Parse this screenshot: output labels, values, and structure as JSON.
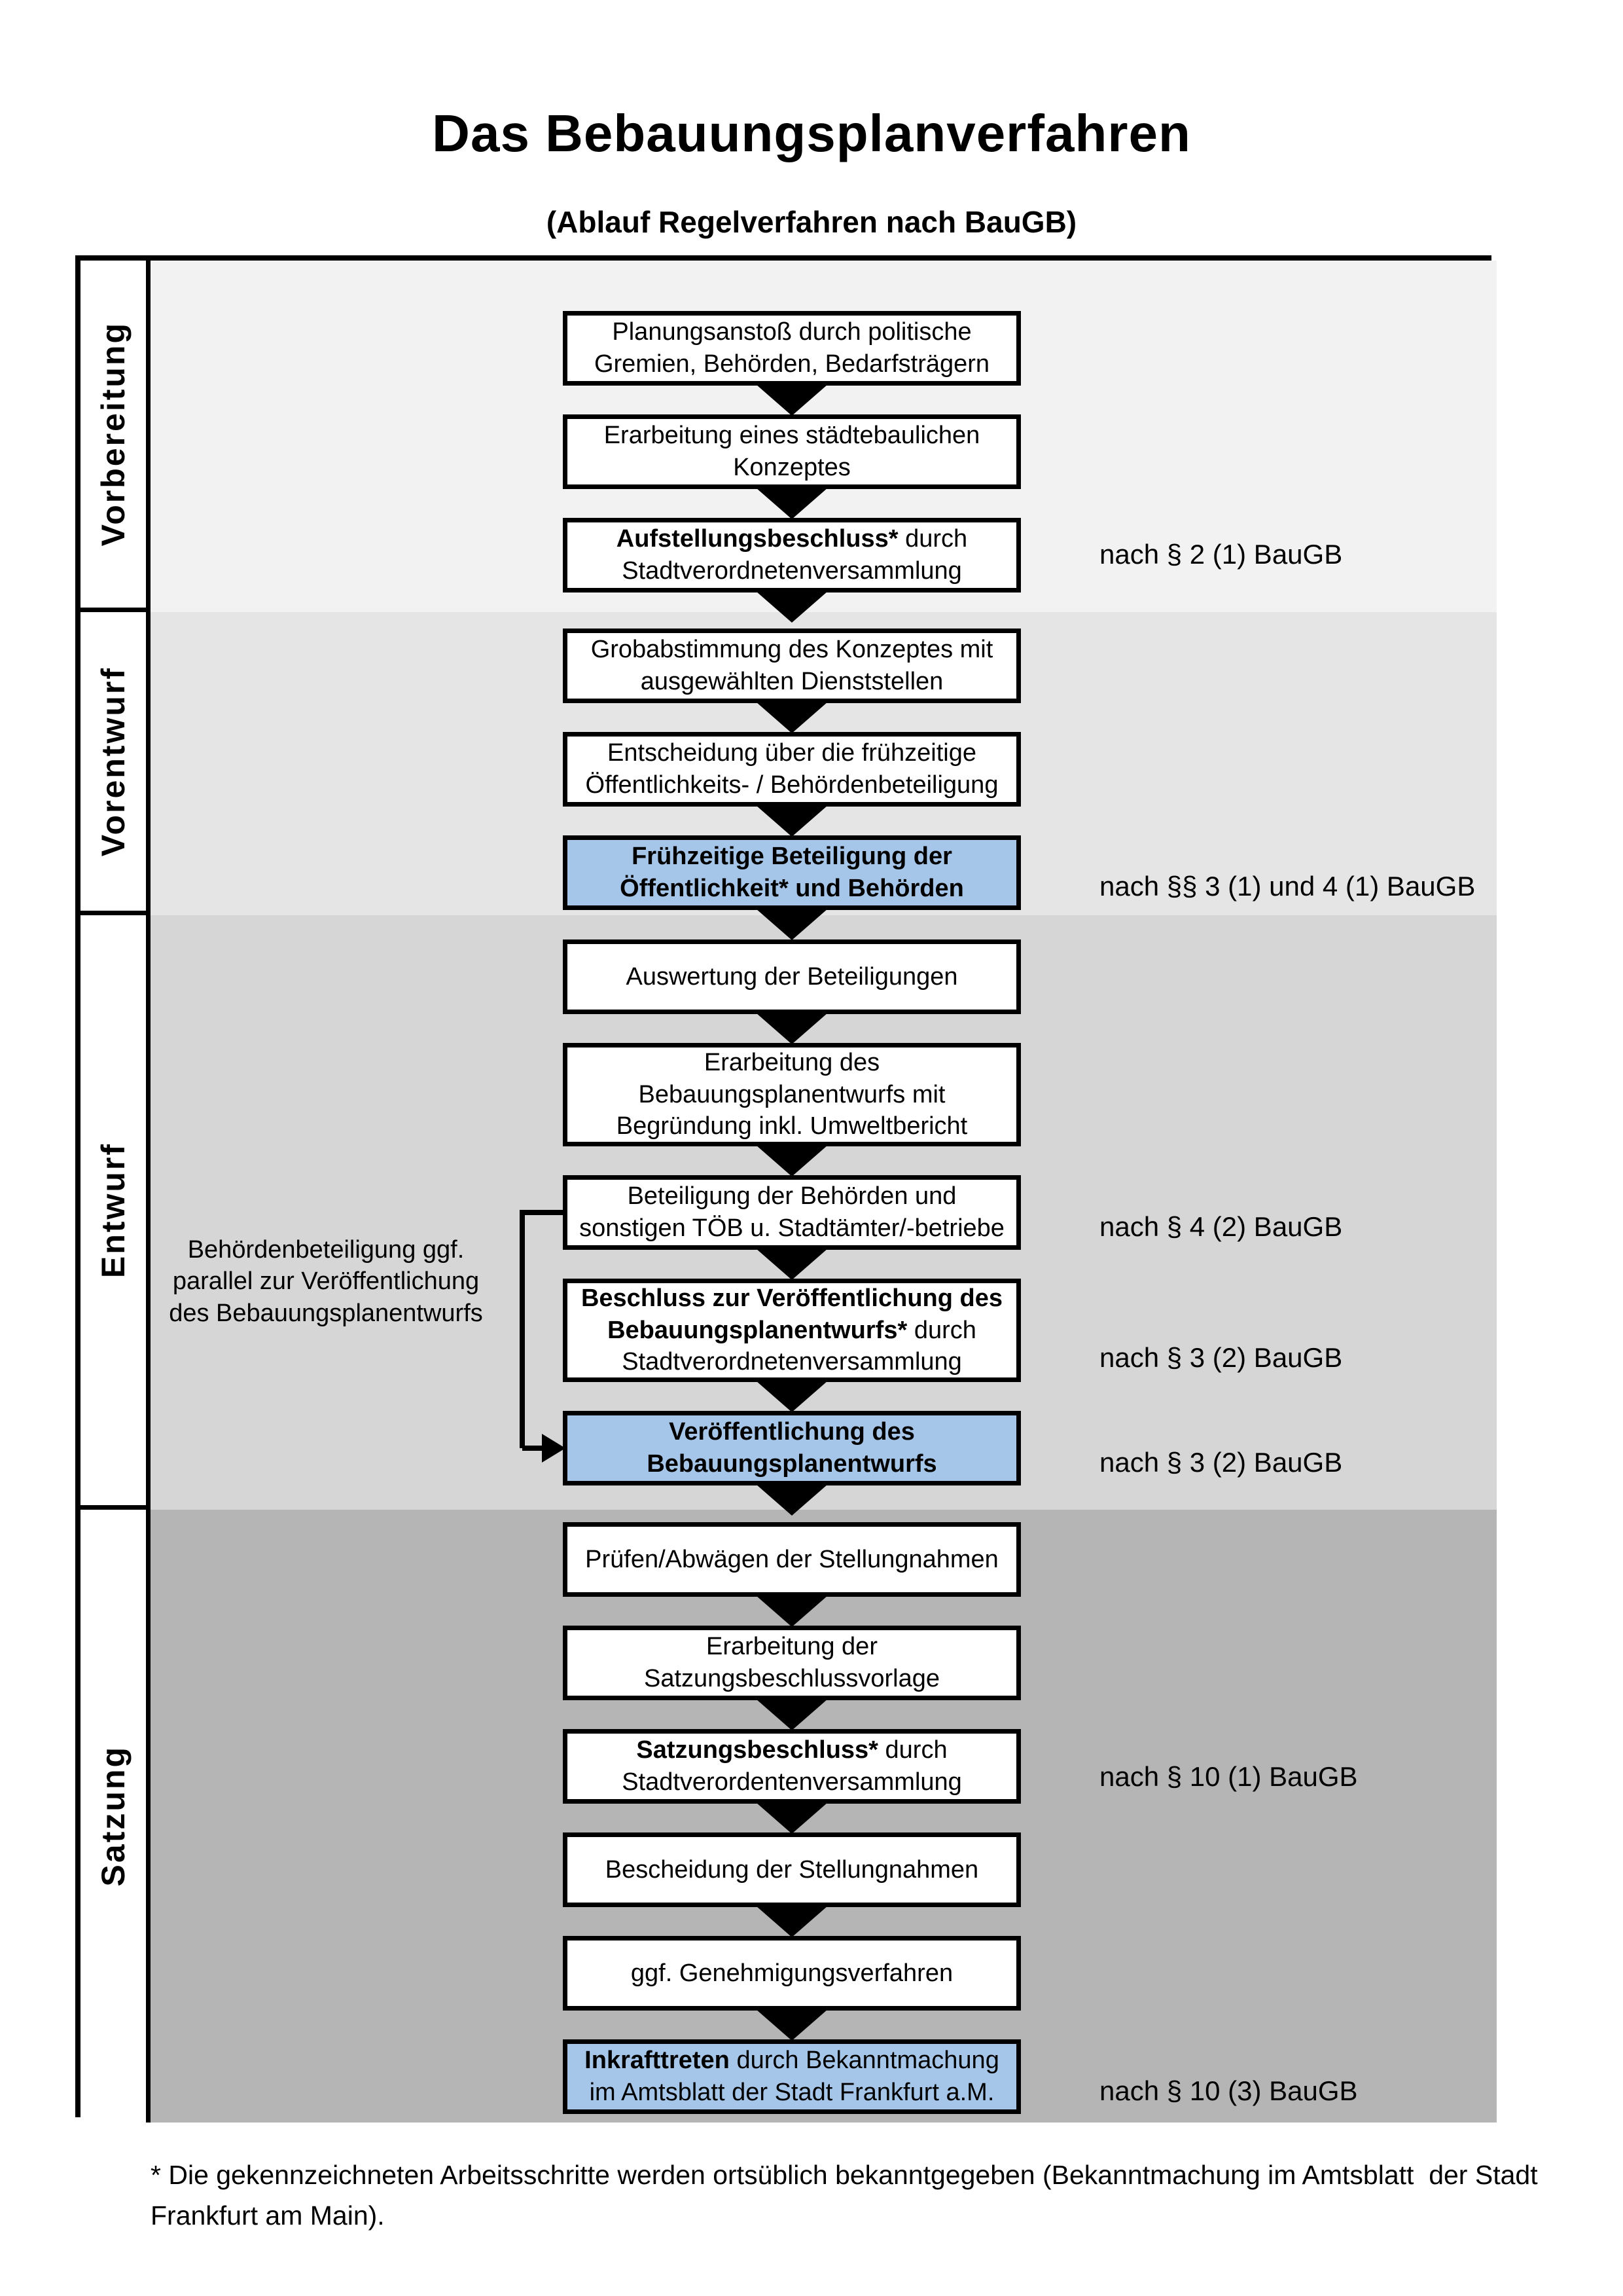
{
  "title": "Das Bebauungsplanverfahren",
  "subtitle": "(Ablauf Regelverfahren nach BauGB)",
  "colors": {
    "highlight": "#a6c6e9",
    "band1": "#f2f2f2",
    "band2": "#e5e5e5",
    "band3": "#d6d6d6",
    "band4": "#b5b5b5"
  },
  "phases": [
    {
      "label": "Vorbereitung"
    },
    {
      "label": "Vorentwurf"
    },
    {
      "label": "Entwurf"
    },
    {
      "label": "Satzung"
    }
  ],
  "boxes": [
    {
      "bold": "",
      "rest": "Planungsanstoß durch politische Gremien, Behörden, Bedarfsträgern",
      "highlight": false
    },
    {
      "bold": "",
      "rest": "Erarbeitung eines städtebaulichen Konzeptes",
      "highlight": false
    },
    {
      "bold": "Aufstellungsbeschluss*",
      "rest": " durch Stadtverordnetenversammlung",
      "highlight": false
    },
    {
      "bold": "",
      "rest": "Grobabstimmung des Konzeptes mit ausgewählten Dienststellen",
      "highlight": false
    },
    {
      "bold": "",
      "rest": "Entscheidung über die frühzeitige Öffentlichkeits- / Behördenbeteiligung",
      "highlight": false
    },
    {
      "bold": "Frühzeitige Beteiligung der Öffentlichkeit* und Behörden",
      "rest": "",
      "highlight": true
    },
    {
      "bold": "",
      "rest": "Auswertung der Beteiligungen",
      "highlight": false
    },
    {
      "bold": "",
      "rest": "Erarbeitung des Bebauungsplanentwurfs mit Begründung inkl. Umweltbericht",
      "highlight": false
    },
    {
      "bold": "",
      "rest": "Beteiligung der Behörden und sonstigen TÖB u. Stadtämter/-betriebe",
      "highlight": false
    },
    {
      "bold": "Beschluss zur Veröffentlichung des Bebauungsplanentwurfs*",
      "rest": " durch Stadtverordnetenversammlung",
      "highlight": false
    },
    {
      "bold": "Veröffentlichung des Bebauungsplanentwurfs",
      "rest": "",
      "highlight": true
    },
    {
      "bold": "",
      "rest": "Prüfen/Abwägen der Stellungnahmen",
      "highlight": false
    },
    {
      "bold": "",
      "rest": "Erarbeitung der Satzungsbeschlussvorlage",
      "highlight": false
    },
    {
      "bold": "Satzungsbeschluss*",
      "rest": " durch Stadtverordentenversammlung",
      "highlight": false
    },
    {
      "bold": "",
      "rest": "Bescheidung der Stellungnahmen",
      "highlight": false
    },
    {
      "bold": "",
      "rest": "ggf. Genehmigungsverfahren",
      "highlight": false
    },
    {
      "bold": "Inkrafttreten",
      "rest": " durch Bekanntmachung im Amtsblatt der Stadt Frankfurt a.M.",
      "highlight": true
    }
  ],
  "annotations": [
    "nach § 2 (1) BauGB",
    "nach §§ 3 (1) und 4 (1) BauGB",
    "nach § 4 (2) BauGB",
    "nach § 3 (2) BauGB",
    "nach § 3 (2) BauGB",
    "nach § 10 (1) BauGB",
    "nach § 10 (3) BauGB"
  ],
  "side_note": "Behördenbeteiligung ggf. parallel zur Veröffentlichung des Bebauungsplanentwurfs",
  "footnote": "* Die gekennzeichneten Arbeitsschritte werden ortsüblich bekanntgegeben (Bekanntmachung im Amtsblatt  der Stadt Frankfurt am Main)."
}
